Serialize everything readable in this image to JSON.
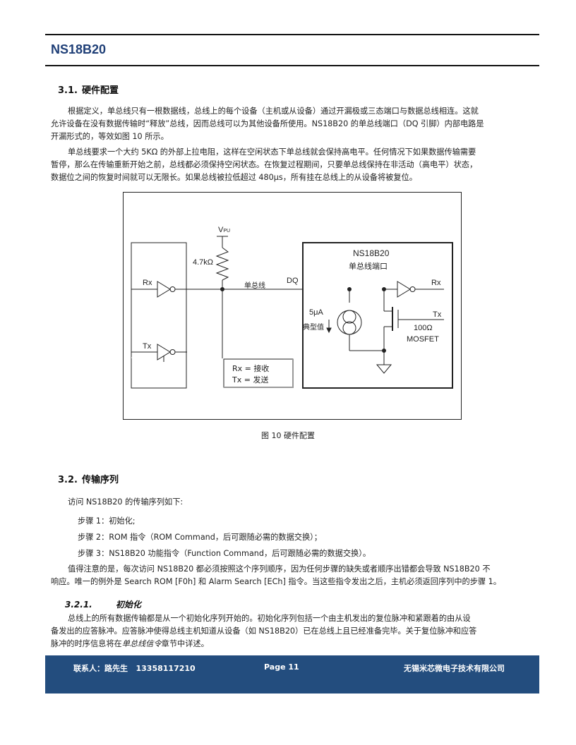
{
  "header": {
    "title": "NS18B20"
  },
  "section1": {
    "number": "3.1.",
    "title": "硬件配置",
    "para1_l1": "根据定义，单总线只有一根数据线，总线上的每个设备（主机或从设备）通过开漏极或三态端口与数据总线相连。这就",
    "para1_l2": "允许设备在没有数据传输时“释放”总线，因而总线可以为其他设备所使用。NS18B20 的单总线端口（DQ 引脚）内部电路是",
    "para1_l3": "开漏形式的，等效如图 10 所示。",
    "para2_l1": "单总线要求一个大约 5KΩ 的外部上拉电阻，这样在空闲状态下单总线就会保持高电平。任何情况下如果数据传输需要",
    "para2_l2": "暂停，那么在传输重新开始之前，总线都必须保持空闲状态。在恢复过程期间，只要单总线保持在非活动（高电平）状态，",
    "para2_l3": "数据位之间的恢复时间就可以无限长。如果总线被拉低超过 480μs，所有挂在总线上的从设备将被复位。"
  },
  "figure": {
    "vpu_main": "V",
    "vpu_sub": "PU",
    "resistor": "4.7kΩ",
    "rx_left": "Rx",
    "tx_left": "Tx",
    "bus_label": "单总线",
    "dq": "DQ",
    "chip_name": "NS18B20",
    "chip_port": "单总线端口",
    "rx_right": "Rx",
    "tx_right": "Tx",
    "current": "5μA",
    "typical": "典型值",
    "mosfet_r": "100Ω",
    "mosfet": "MOSFET",
    "legend_rx": "Rx = 接收",
    "legend_tx": "Tx = 发送",
    "caption": "图 10 硬件配置"
  },
  "section2": {
    "number": "3.2.",
    "title": "传输序列",
    "intro": "访问 NS18B20 的传输序列如下:",
    "step1": "步骤 1：初始化;",
    "step2": "步骤 2：ROM 指令（ROM Command，后可跟随必需的数据交换）；",
    "step3": "步骤 3：NS18B20 功能指令（Function Command，后可跟随必需的数据交换）。",
    "note_l1": "值得注意的是，每次访问 NS18B20 都必须按照这个序列顺序，因为任何步骤的缺失或者顺序出错都会导致 NS18B20 不",
    "note_l2": "响应。唯一的例外是 Search ROM [F0h] 和 Alarm Search [ECh] 指令。当这些指令发出之后，主机必须返回序列中的步骤 1。"
  },
  "section3": {
    "number": "3.2.1.",
    "title": "初始化",
    "l1": "总线上的所有数据传输都是从一个初始化序列开始的。初始化序列包括一个由主机发出的复位脉冲和紧跟着的由从设",
    "l2": "备发出的应答脉冲。应答脉冲使得总线主机知道从设备（如 NS18B20）已在总线上且已经准备完毕。关于复位脉冲和应答",
    "l3_a": "脉冲的时序信息将在",
    "l3_em": "单总线信令",
    "l3_b": "章节中详述。"
  },
  "footer": {
    "contact": "联系人：路先生   13358117210",
    "page": "Page 11",
    "company": "无锡米芯微电子技术有限公司"
  },
  "colors": {
    "brand": "#1f3f77",
    "footer_bg": "#234d7e"
  }
}
